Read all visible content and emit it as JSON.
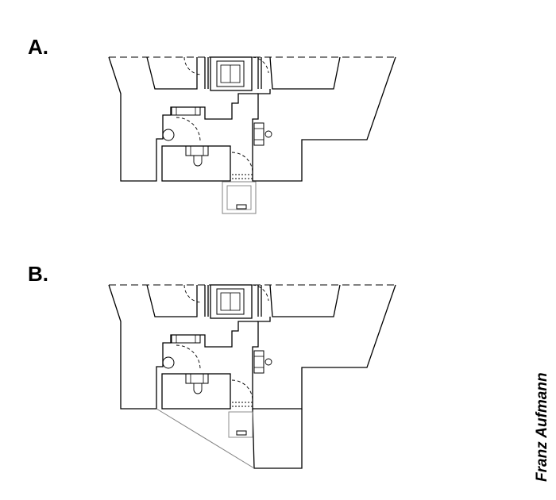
{
  "labels": {
    "a": "A.",
    "b": "B."
  },
  "author": "Franz Aufmann"
}
